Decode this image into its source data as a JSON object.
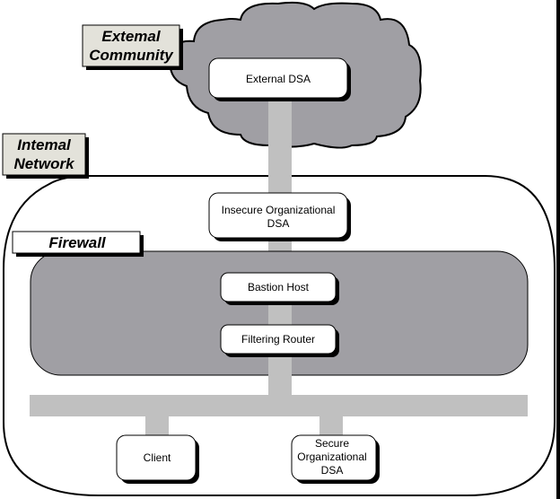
{
  "colors": {
    "background": "#ffffff",
    "cloud_fill": "#a09fa4",
    "firewall_fill": "#a09fa4",
    "connector": "#c0c0c0",
    "label_box": "#e3e2da",
    "node_fill": "#ffffff",
    "outline": "#000000"
  },
  "zones": {
    "external": {
      "label_line1": "Extemal",
      "label_line2": "Community"
    },
    "internal": {
      "label_line1": "Intemal",
      "label_line2": "Network"
    },
    "firewall": {
      "label": "Firewall"
    }
  },
  "nodes": {
    "external_dsa": {
      "lines": [
        "External DSA"
      ]
    },
    "insecure_dsa": {
      "lines": [
        "Insecure Organizational",
        "DSA"
      ]
    },
    "bastion_host": {
      "lines": [
        "Bastion Host"
      ]
    },
    "filtering_router": {
      "lines": [
        "Filtering Router"
      ]
    },
    "client": {
      "lines": [
        "Client"
      ]
    },
    "secure_dsa": {
      "lines": [
        "Secure",
        "Organizational",
        "DSA"
      ]
    }
  }
}
